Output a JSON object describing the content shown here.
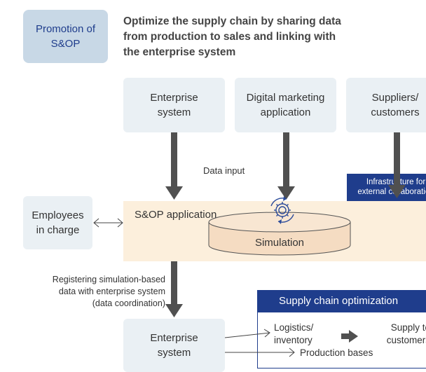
{
  "badge": {
    "label": "Promotion of\nS&OP"
  },
  "headline": "Optimize the supply chain by sharing data\nfrom production to sales and linking with\nthe enterprise system",
  "sources": [
    {
      "label": "Enterprise\nsystem"
    },
    {
      "label": "Digital marketing\napplication"
    },
    {
      "label": "Suppliers/\ncustomers"
    }
  ],
  "data_input_label": "Data input",
  "infrastructure_label": "Infrastructure for\nexternal collaboration",
  "sop": {
    "title": "S&OP application",
    "simulation_label": "Simulation"
  },
  "employees_label": "Employees\nin charge",
  "registering_label": "Registering simulation-based\ndata with enterprise system\n(data coordination)",
  "enterprise_bottom_label": "Enterprise\nsystem",
  "supply_chain": {
    "title": "Supply chain optimization",
    "logistics_label": "Logistics/\ninventory",
    "supply_label": "Supply to\ncustomers",
    "production_label": "Production bases"
  },
  "colors": {
    "navy": "#1f3d8c",
    "arrow_gray": "#505050",
    "light_box": "#eaf0f4",
    "sop_bg": "#fcefdc"
  }
}
